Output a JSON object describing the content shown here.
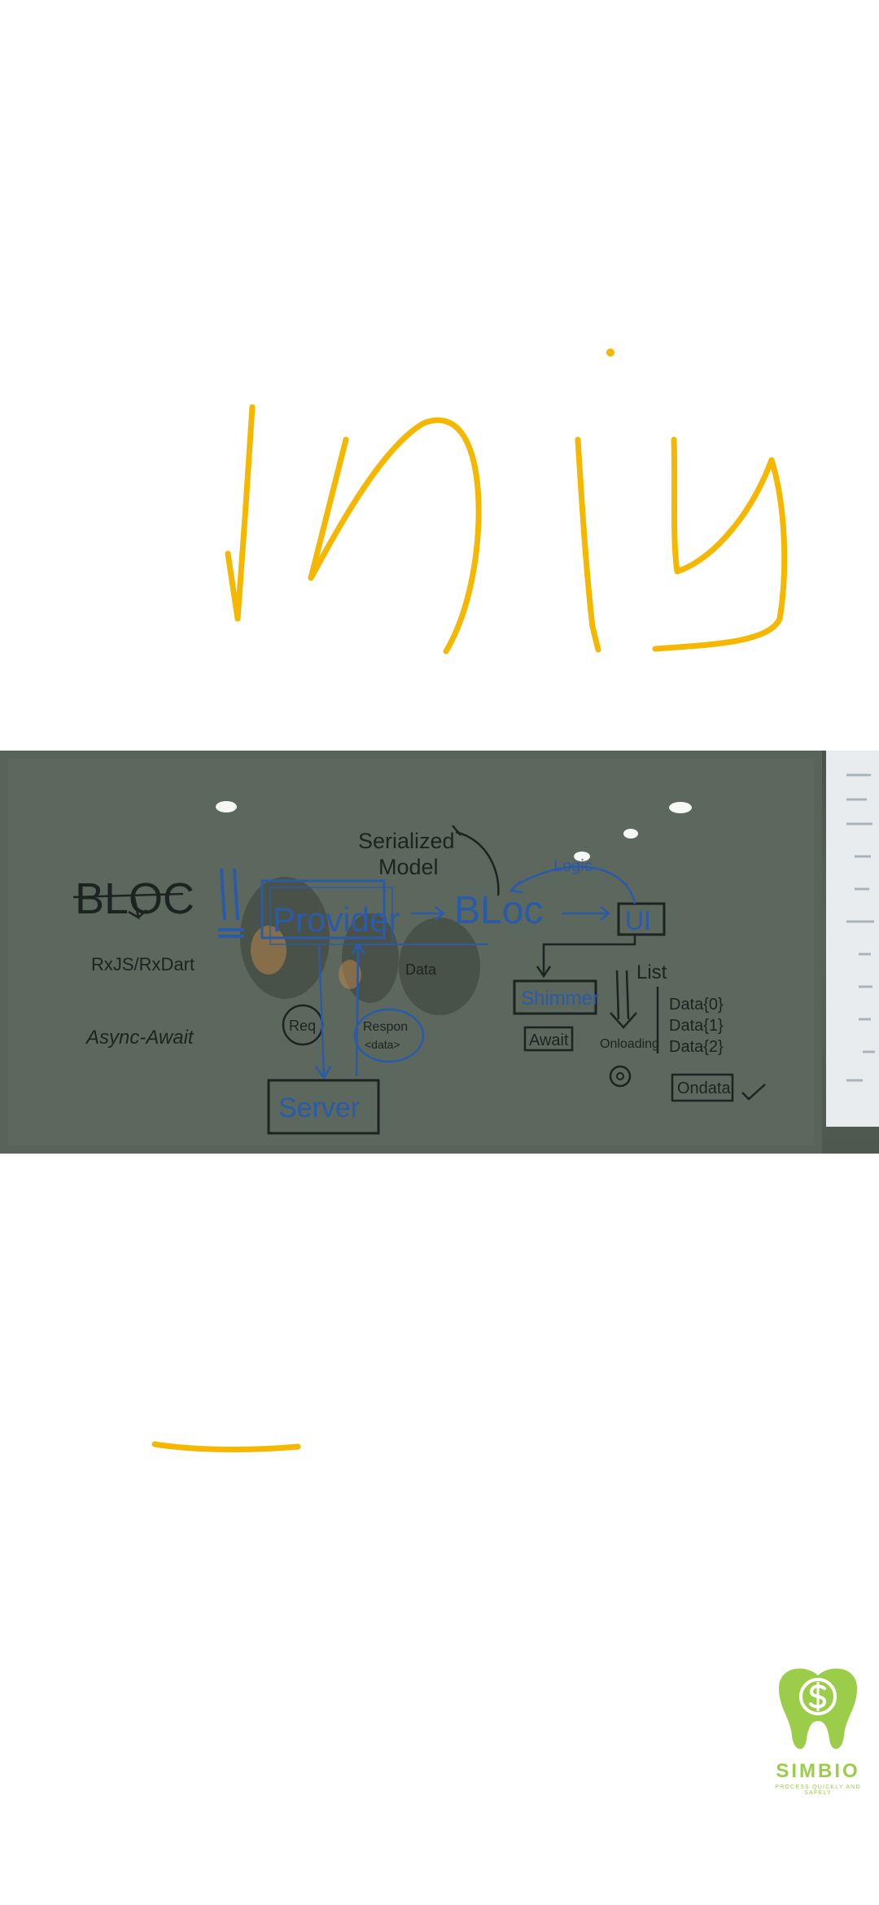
{
  "colors": {
    "ink": "#f5b700",
    "page_background": "#ffffff",
    "brand": "#9ccd4a"
  },
  "photo": {
    "board": {
      "bloc_heading": "BLOC",
      "rxjs": "RxJS/RxDart",
      "async": "Async-Await",
      "provider": "Provider",
      "bloc_box": "BLoc",
      "ui": "UI",
      "serialized": "Serialized",
      "model": "Model",
      "logic": "Logic",
      "data_label": "Data",
      "req": "Req",
      "respon": "Respon",
      "data_tag": "<data>",
      "server": "Server",
      "shimmer": "Shimmer",
      "await": "Await",
      "onloading": "Onloading",
      "list": "List",
      "data_0": "Data{0}",
      "data_1": "Data{1}",
      "data_2": "Data{2}",
      "ondata": "Ondata"
    }
  },
  "logo": {
    "icon": "tooth-dollar-icon",
    "name": "SIMBIO",
    "tagline": "PROCESS QUICKLY AND SAFELY"
  }
}
